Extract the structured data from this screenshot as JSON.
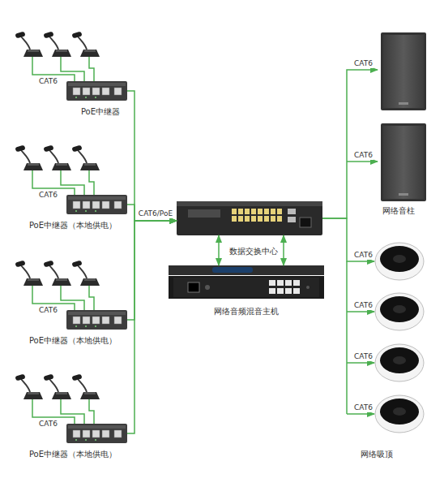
{
  "diagram": {
    "nodes": [
      {
        "text": [
          "PoE中继器"
        ]
      },
      {
        "text": [
          "PoE中继器（本地供电）"
        ]
      },
      {
        "text": [
          "PoE中继器（本地供电）"
        ]
      },
      {
        "text": [
          "PoE中继器（本地供电）"
        ]
      },
      {
        "text": [
          "数据交换中心"
        ]
      },
      {
        "text": [
          "网络音频混音主机"
        ]
      },
      {
        "text": [
          "网络音柱"
        ]
      },
      {
        "text": [
          "网络吸顶"
        ]
      }
    ],
    "edges": [
      {
        "from": 0,
        "to": 4,
        "arrow": "to",
        "label": "CAT6/PoE"
      },
      {
        "from": 1,
        "to": 4,
        "arrow": "to"
      },
      {
        "from": 2,
        "to": 4,
        "arrow": "to"
      },
      {
        "from": 3,
        "to": 4,
        "arrow": "to"
      },
      {
        "from": 4,
        "to": 5,
        "arrow": "both"
      },
      {
        "from": 4,
        "to": 5,
        "arrow": "both"
      },
      {
        "from": 4,
        "to": 6,
        "arrow": "to"
      },
      {
        "from": 4,
        "to": 7,
        "arrow": "to"
      }
    ],
    "labels": [
      "CAT6",
      "CAT6",
      "CAT6",
      "CAT6",
      "CAT6",
      "CAT6",
      "CAT6",
      "CAT6",
      "CAT6",
      "CAT6"
    ]
  }
}
